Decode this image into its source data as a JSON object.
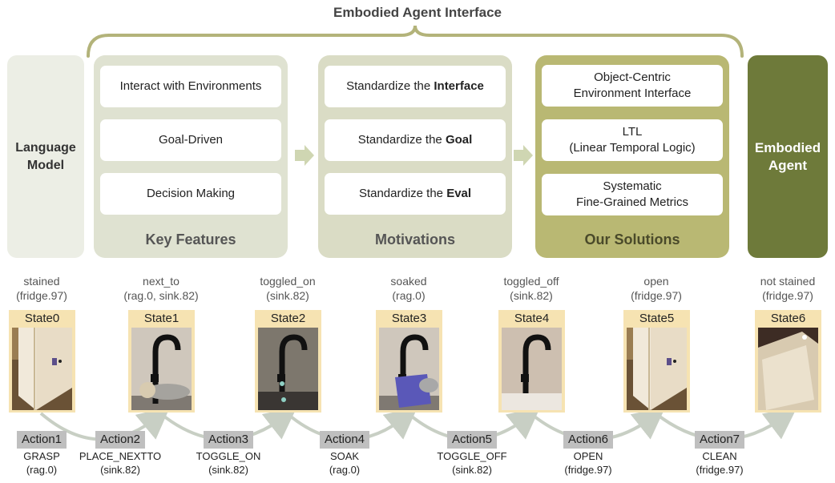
{
  "header": {
    "title": "Embodied Agent Interface"
  },
  "language_model": {
    "line1": "Language",
    "line2": "Model"
  },
  "embodied_agent": {
    "line1": "Embodied",
    "line2": "Agent"
  },
  "key_features": {
    "title": "Key Features",
    "items": [
      "Interact with Environments",
      "Goal-Driven",
      "Decision Making"
    ]
  },
  "motivations": {
    "title": "Motivations",
    "items": [
      {
        "prefix": "Standardize the ",
        "bold": "Interface"
      },
      {
        "prefix": "Standardize the ",
        "bold": "Goal"
      },
      {
        "prefix": "Standardize the ",
        "bold": "Eval"
      }
    ]
  },
  "solutions": {
    "title": "Our Solutions",
    "items": [
      {
        "line1": "Object-Centric",
        "line2": "Environment Interface"
      },
      {
        "line1": "LTL",
        "line2": "(Linear Temporal Logic)"
      },
      {
        "line1": "Systematic",
        "line2": "Fine-Grained Metrics"
      }
    ]
  },
  "states": [
    {
      "name": "State0",
      "predicate": "stained",
      "arg": "(fridge.97)",
      "scene": "fridge"
    },
    {
      "name": "State1",
      "predicate": "next_to",
      "arg": "(rag.0, sink.82)",
      "scene": "sink-rag"
    },
    {
      "name": "State2",
      "predicate": "toggled_on",
      "arg": "(sink.82)",
      "scene": "sink-on"
    },
    {
      "name": "State3",
      "predicate": "soaked",
      "arg": "(rag.0)",
      "scene": "sink-soak"
    },
    {
      "name": "State4",
      "predicate": "toggled_off",
      "arg": "(sink.82)",
      "scene": "sink-off"
    },
    {
      "name": "State5",
      "predicate": "open",
      "arg": "(fridge.97)",
      "scene": "fridge"
    },
    {
      "name": "State6",
      "predicate": "not stained",
      "arg": "(fridge.97)",
      "scene": "fridge-open"
    }
  ],
  "actions": [
    {
      "tag": "Action1",
      "name": "GRASP",
      "arg": "(rag.0)"
    },
    {
      "tag": "Action2",
      "name": "PLACE_NEXTTO",
      "arg": "(sink.82)"
    },
    {
      "tag": "Action3",
      "name": "TOGGLE_ON",
      "arg": "(sink.82)"
    },
    {
      "tag": "Action4",
      "name": "SOAK",
      "arg": "(rag.0)"
    },
    {
      "tag": "Action5",
      "name": "TOGGLE_OFF",
      "arg": "(sink.82)"
    },
    {
      "tag": "Action6",
      "name": "OPEN",
      "arg": "(fridge.97)"
    },
    {
      "tag": "Action7",
      "name": "CLEAN",
      "arg": "(fridge.97)"
    }
  ],
  "colors": {
    "brace": "#b3b37a",
    "chevron": "#cfd6b2",
    "flow_arrow": "#c8cfc4",
    "state_bg": "#f6e3b2",
    "action_tag": "#bfbfbf"
  }
}
